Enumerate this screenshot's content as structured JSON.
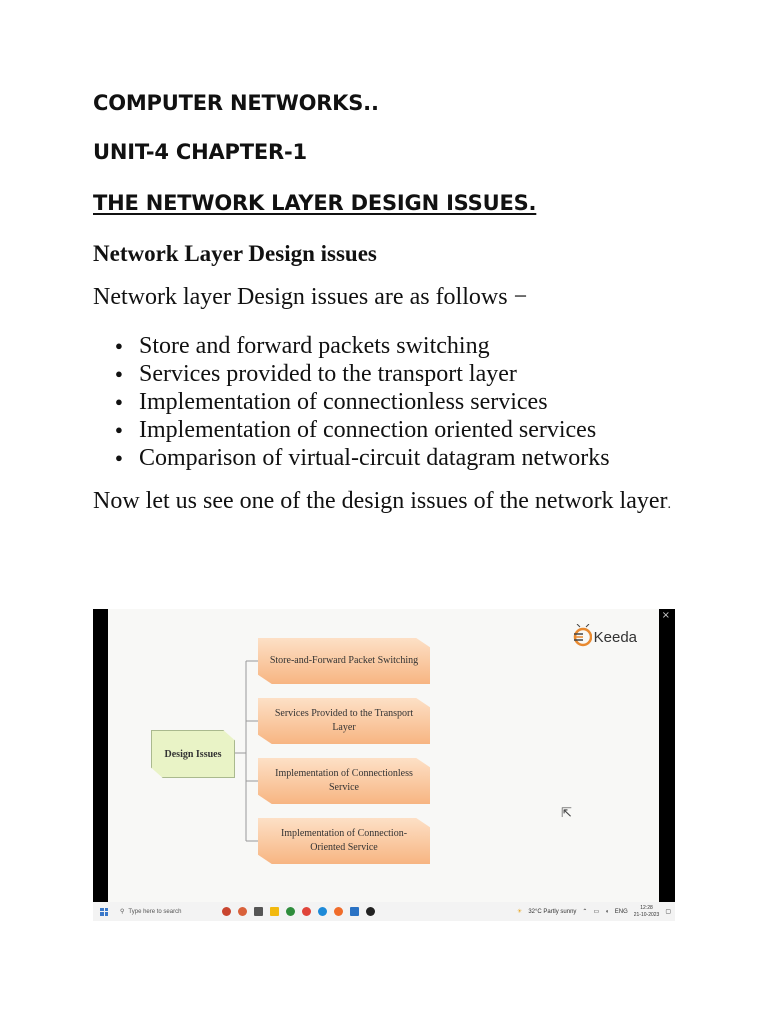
{
  "headings": {
    "title": "COMPUTER NETWORKS..",
    "unit": "UNIT-4  CHAPTER-1",
    "topic": "THE NETWORK LAYER DESIGN ISSUES."
  },
  "section_title": "Network Layer Design issues",
  "intro": "Network layer Design issues are as follows −",
  "bullets": [
    "Store and forward packets switching",
    "Services provided to the transport layer",
    "Implementation of connectionless services",
    "Implementation of connection oriented services",
    "Comparison of virtual-circuit datagram networks"
  ],
  "closing": "Now let us see one of the design issues of the network layer",
  "closing_end": ".",
  "screenshot": {
    "logo_text": "Keeda",
    "close_symbol": "×",
    "diagram": {
      "root": "Design Issues",
      "nodes": [
        "Store-and-Forward Packet Switching",
        "Services Provided to the Transport Layer",
        "Implementation of Connectionless Service",
        "Implementation of Connection-Oriented Service"
      ]
    },
    "taskbar": {
      "search_placeholder": "Type here to search",
      "weather": "32°C  Partly sunny",
      "language": "ENG",
      "time": "12:28",
      "date": "21-10-2023"
    }
  },
  "colors": {
    "node_fill_top": "#fde0c6",
    "node_fill_bottom": "#f7b582",
    "root_fill": "#e9f3c6"
  }
}
